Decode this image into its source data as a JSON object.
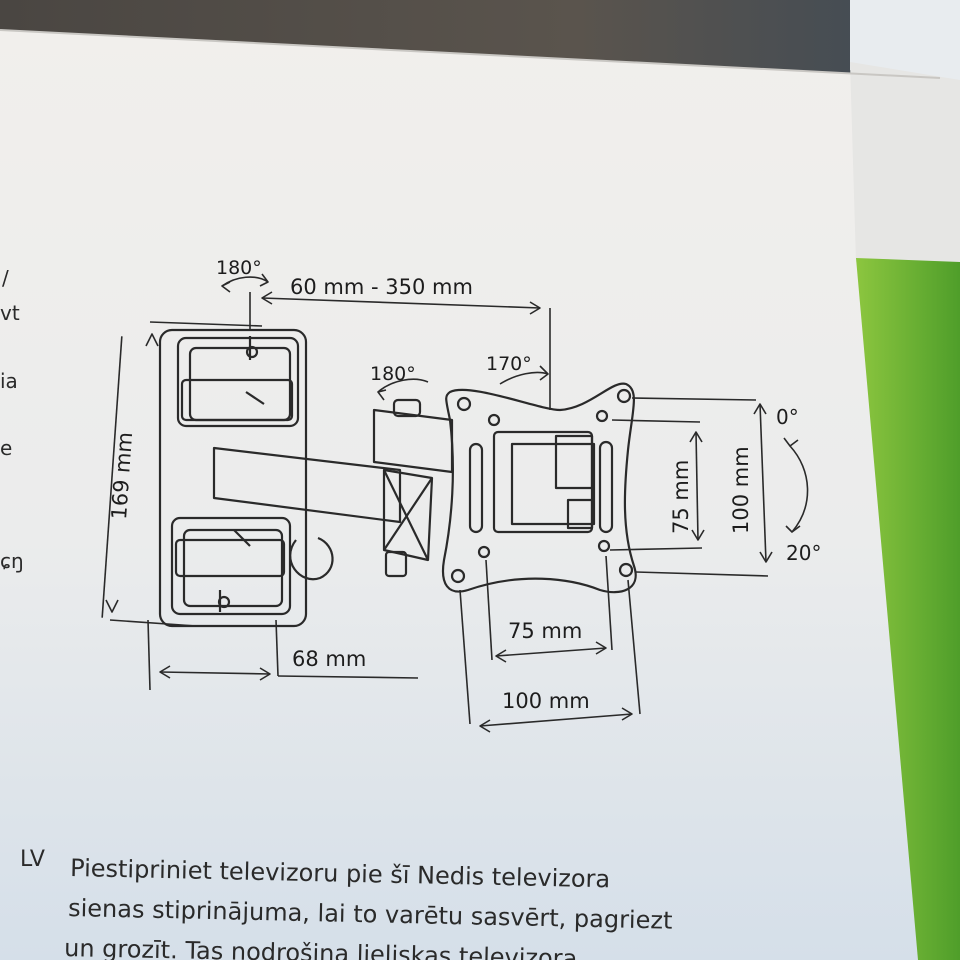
{
  "diagram": {
    "rotation_left": "180°",
    "arm_extension": "60 mm - 350 mm",
    "rotation_mid": "180°",
    "rotation_right": "170°",
    "wall_height": "169 mm",
    "wall_depth": "68 mm",
    "vesa_v_small": "75 mm",
    "vesa_v_large": "100 mm",
    "vesa_h_small": "75 mm",
    "vesa_h_large": "100 mm",
    "tilt_top": "0°",
    "tilt_bottom": "20°"
  },
  "side_fragments": [
    "/",
    "vt",
    "ia",
    "e",
    "ɕŋ"
  ],
  "description": {
    "lang_code": "LV",
    "line1": "Piestipriniet televizoru pie šī Nedis televizora",
    "line2": "sienas stiprinājuma, lai to varētu sasvērt, pagriezt",
    "line3": "un grozīt. Tas nodrošina lieliskas televizora"
  },
  "colors": {
    "box_top": "#f1efec",
    "box_bottom": "#dbe2ea",
    "green_panel": "#7cc23a",
    "ink": "#1d1d1d"
  }
}
